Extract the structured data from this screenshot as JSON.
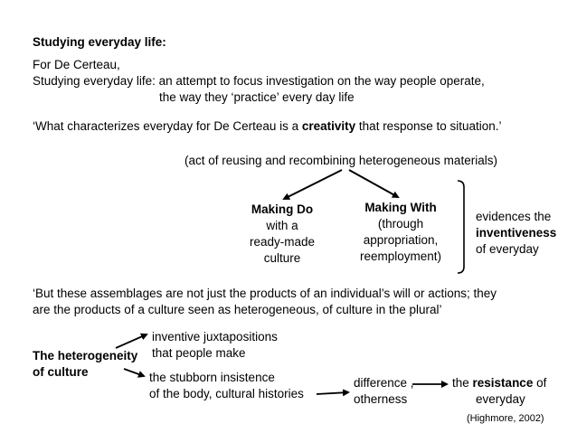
{
  "heading": "Studying everyday life:",
  "intro": {
    "line1": "For De Certeau,",
    "line2": "Studying everyday life: an attempt to focus investigation on the way people operate,",
    "line3": "the way they ‘practice’ every day life"
  },
  "quote1": {
    "before": "‘What characterizes everyday  for De Certeau is a ",
    "emphasis": "creativity",
    "after": " that response to situation.’"
  },
  "act_note": "(act of reusing and recombining heterogeneous materials)",
  "making_do": {
    "title": "Making Do",
    "line2": "with a",
    "line3": "ready-made",
    "line4": "culture"
  },
  "making_with": {
    "title": "Making With",
    "line2": "(through",
    "line3": "appropriation,",
    "line4": "reemployment)"
  },
  "evidence": {
    "line1": "evidences the",
    "emphasis": "inventiveness",
    "line3": "of everyday"
  },
  "quote2": {
    "line1": "‘But these assemblages are not just the products of an individual’s will or actions; they",
    "line2": "are the products of a culture seen as heterogeneous, of culture in the plural’"
  },
  "heterogeneity": {
    "line1": "The heterogeneity",
    "line2": "of culture"
  },
  "juxtapositions": {
    "line1": "inventive juxtapositions",
    "line2": "that people make"
  },
  "insistence": {
    "line1": "the stubborn insistence",
    "line2": "of the body, cultural histories"
  },
  "difference": {
    "line1": "difference ,",
    "line2": "otherness"
  },
  "resistance": {
    "before": "the ",
    "emphasis": "resistance",
    "after": " of",
    "line2": "everyday"
  },
  "citation": "(Highmore, 2002)"
}
